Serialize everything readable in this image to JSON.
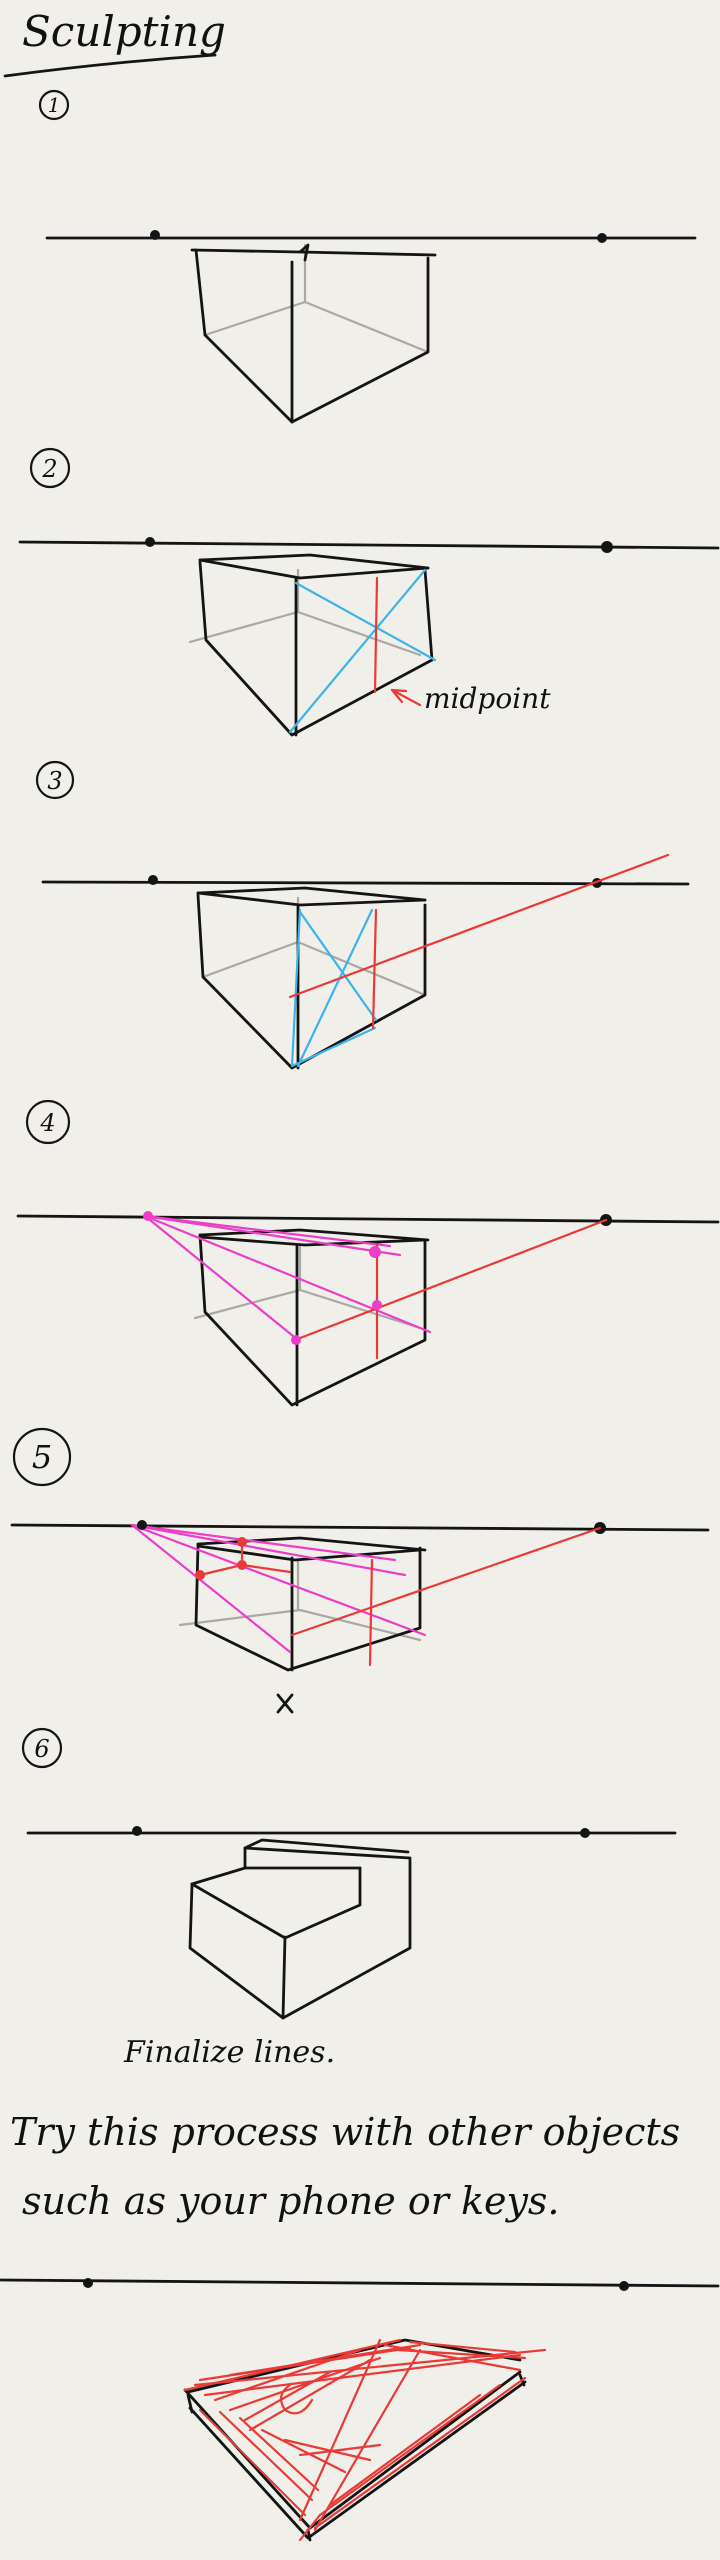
{
  "title": "Sculpting",
  "steps": [
    {
      "number": "1"
    },
    {
      "number": "2",
      "annotation": "midpoint"
    },
    {
      "number": "3"
    },
    {
      "number": "4"
    },
    {
      "number": "5"
    },
    {
      "number": "6",
      "caption": "Finalize lines."
    }
  ],
  "instruction": {
    "line1": "Try this process with other objects",
    "line2": "such as your phone or keys."
  },
  "colors": {
    "background": "#f0efea",
    "ink": "#141414",
    "construction_gray": "#a9a8a4",
    "diagonal_blue": "#3db3e6",
    "midpoint_red": "#e83a36",
    "vanishing_magenta": "#ec3ec9"
  }
}
